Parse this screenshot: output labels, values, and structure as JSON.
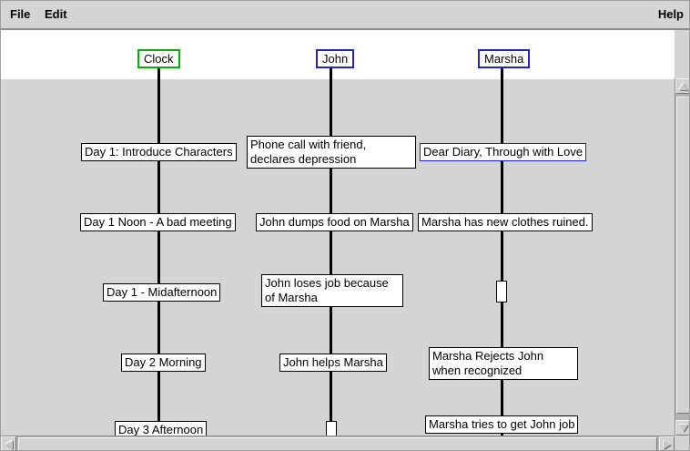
{
  "menubar": {
    "items": [
      {
        "label": "File"
      },
      {
        "label": "Edit"
      }
    ],
    "help_label": "Help"
  },
  "colors": {
    "clock_label_border": "#00b400",
    "character_label_border": "#2222cc",
    "selected_event_border": "#2222cc",
    "canvas_background": "#d4d4d4",
    "timeline_line": "#000000"
  },
  "timelines": [
    {
      "label": "Clock",
      "events": [
        {
          "text": "Day 1: Introduce Characters"
        },
        {
          "text": "Day 1 Noon - A bad meeting"
        },
        {
          "text": "Day 1 - Midafternoon"
        },
        {
          "text": "Day 2 Morning"
        },
        {
          "text": "Day 3 Afternoon"
        }
      ]
    },
    {
      "label": "John",
      "events": [
        {
          "text": "Phone call with friend, declares depression"
        },
        {
          "text": "John dumps food on Marsha"
        },
        {
          "text": "John loses job because of Marsha"
        },
        {
          "text": "John helps Marsha"
        }
      ]
    },
    {
      "label": "Marsha",
      "events": [
        {
          "text": "Dear Diary, Through with Love",
          "selected": true
        },
        {
          "text": "Marsha has new clothes ruined."
        },
        {
          "text": "Marsha Rejects John when recognized"
        },
        {
          "text": "Marsha tries to get John job"
        }
      ]
    }
  ]
}
